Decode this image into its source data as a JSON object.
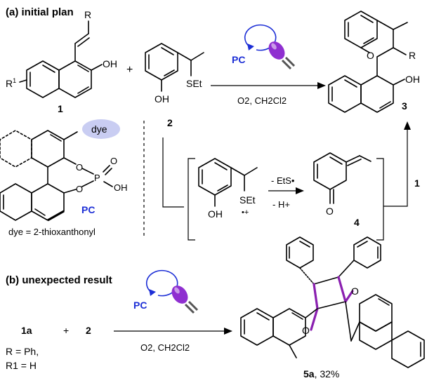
{
  "colors": {
    "pc_blue": "#1d2fd6",
    "dye_fill": "#c9cdf2",
    "bulb_purple": "#8f2fd0",
    "bond_highlight": "#8a1fb0"
  },
  "section_a": {
    "heading": "(a) initial plan",
    "compound1": {
      "number": "1",
      "sub_R": "R",
      "sub_R1": "R",
      "sub_R1_sup": "1",
      "sub_OH": "OH"
    },
    "compound2": {
      "number": "2",
      "sub_OH": "OH",
      "sub_SEt": "SEt"
    },
    "plus": "+",
    "conditions_top": {
      "catalyst": "PC",
      "solvent": "O2, CH2Cl2"
    },
    "product3": {
      "number": "3",
      "atom_O": "O",
      "sub_R": "R",
      "sub_OH": "OH"
    },
    "catalyst": {
      "dye_label": "dye",
      "label": "PC",
      "atom_O1": "O",
      "atom_O2": "O",
      "atom_P": "P",
      "atom_O3": "O",
      "sub_OH": "OH",
      "legend": "dye = 2-thioxanthonyl"
    },
    "mechanism": {
      "radical_cation": {
        "sub_OH": "OH",
        "sub_SEt": "SEt",
        "charge": "•+"
      },
      "step_top": "- EtS•",
      "step_bottom": "- H+",
      "intermediate4": {
        "number": "4",
        "atom_O": "O"
      },
      "reagent_label": "1"
    }
  },
  "section_b": {
    "heading": "(b) unexpected result",
    "reactant1": "1a",
    "plus": "+",
    "reactant2": "2",
    "conditions": {
      "catalyst": "PC",
      "solvent": "O2, CH2Cl2"
    },
    "substituents": {
      "line1": "R = Ph,",
      "line2": "R1 = H"
    },
    "product": {
      "label": "5a",
      "yield": ", 32%",
      "atom_O1": "O",
      "atom_O2": "O"
    }
  }
}
